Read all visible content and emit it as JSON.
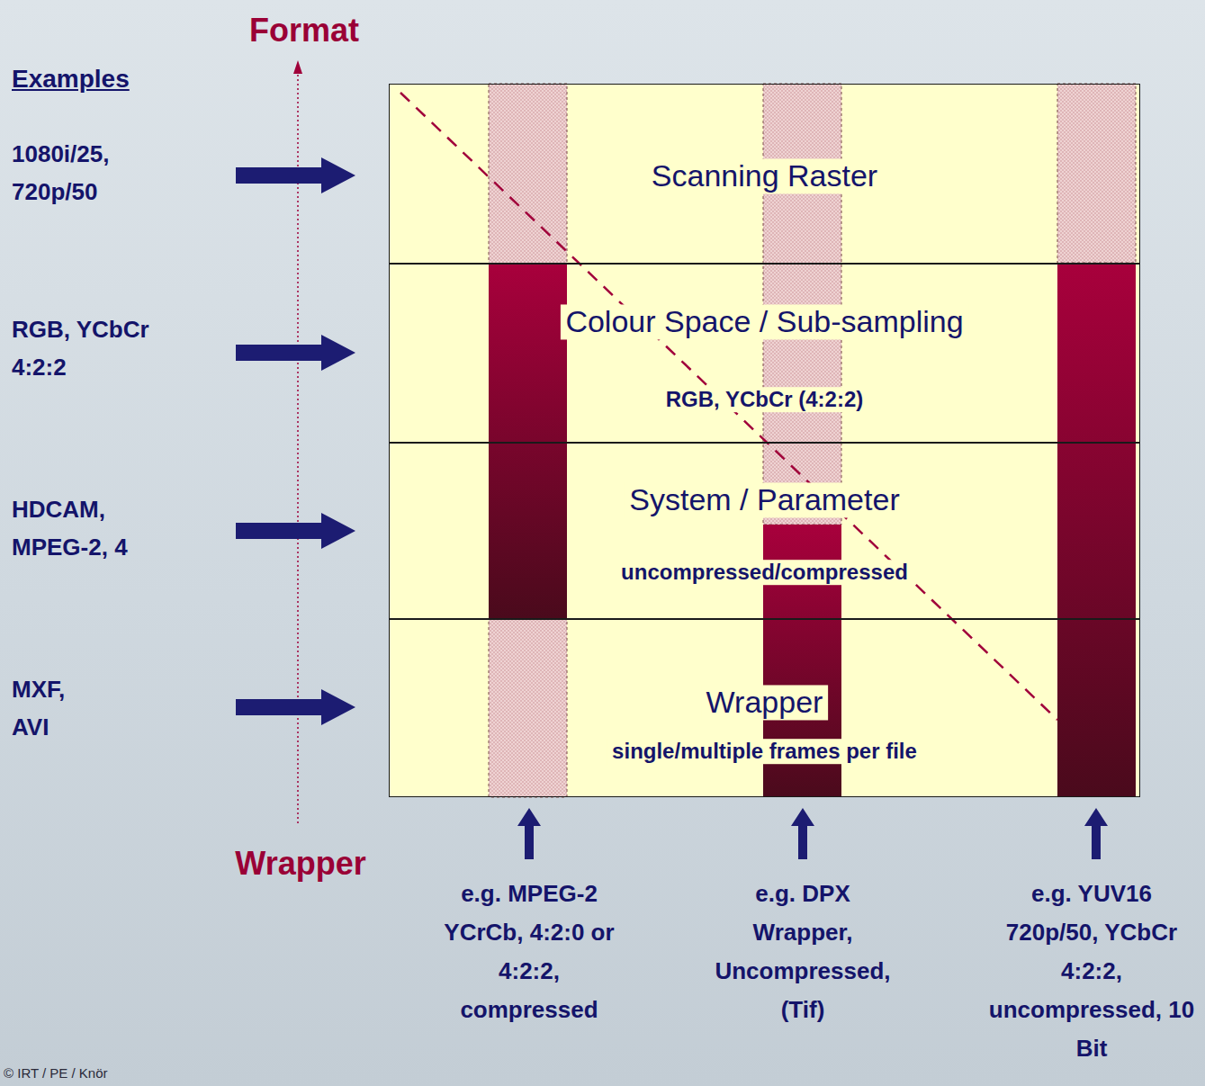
{
  "diagram": {
    "nodes": [
      {
        "text": [
          "Scanning Raster"
        ]
      },
      {
        "text": [
          "Colour Space / Sub-sampling",
          "RGB, YCbCr (4:2:2)"
        ]
      },
      {
        "text": [
          "System / Parameter",
          "uncompressed/compressed"
        ]
      },
      {
        "text": [
          "Wrapper",
          "single/multiple frames per file"
        ]
      }
    ],
    "labels": [
      "Format",
      "Examples",
      "1080i/25, 720p/50",
      "RGB, YCbCr 4:2:2",
      "HDCAM, MPEG-2, 4",
      "MXF, AVI",
      "Wrapper",
      "e.g. MPEG-2 YCrCb, 4:2:0 or 4:2:2, compressed",
      "e.g. DPX Wrapper, Uncompressed, (Tif)",
      "e.g. YUV16 720p/50, YCbCr 4:2:2, uncompressed, 10 Bit",
      "© IRT / PE / Knör"
    ]
  }
}
